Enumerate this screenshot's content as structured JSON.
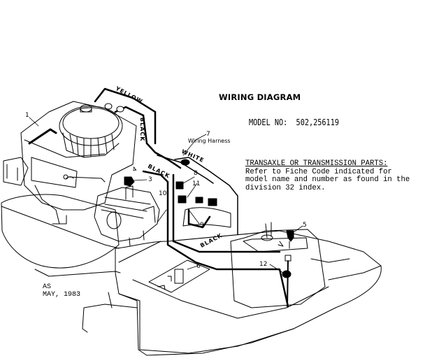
{
  "diagram": {
    "title": "WIRING DIAGRAM",
    "model": {
      "label": "MODEL NO:",
      "number": "502,256119"
    },
    "note": {
      "heading": "TRANSAXLE OR TRANSMISSION PARTS:",
      "lines": [
        "Refer to Fiche Code indicated for",
        "model name and number as found in the",
        "division 32 index."
      ]
    },
    "stamp": {
      "line1": "AS",
      "line2": "MAY, 1983"
    },
    "wire_labels": {
      "yellow": "YELLOW",
      "black_vertical": "BLACK",
      "white": "WHITE",
      "black_left": "BLACK",
      "black_bottom": "BLACK"
    },
    "harness_label": "Wiring Harness",
    "callouts": {
      "c1": "1",
      "c3": "3",
      "c4": "4",
      "c5": "5",
      "c6": "6",
      "c7": "7",
      "c8": "8",
      "c9": "9",
      "c10": "10",
      "c11": "11",
      "c12": "12"
    },
    "colors": {
      "ink": "#000000",
      "paper": "#ffffff"
    }
  }
}
